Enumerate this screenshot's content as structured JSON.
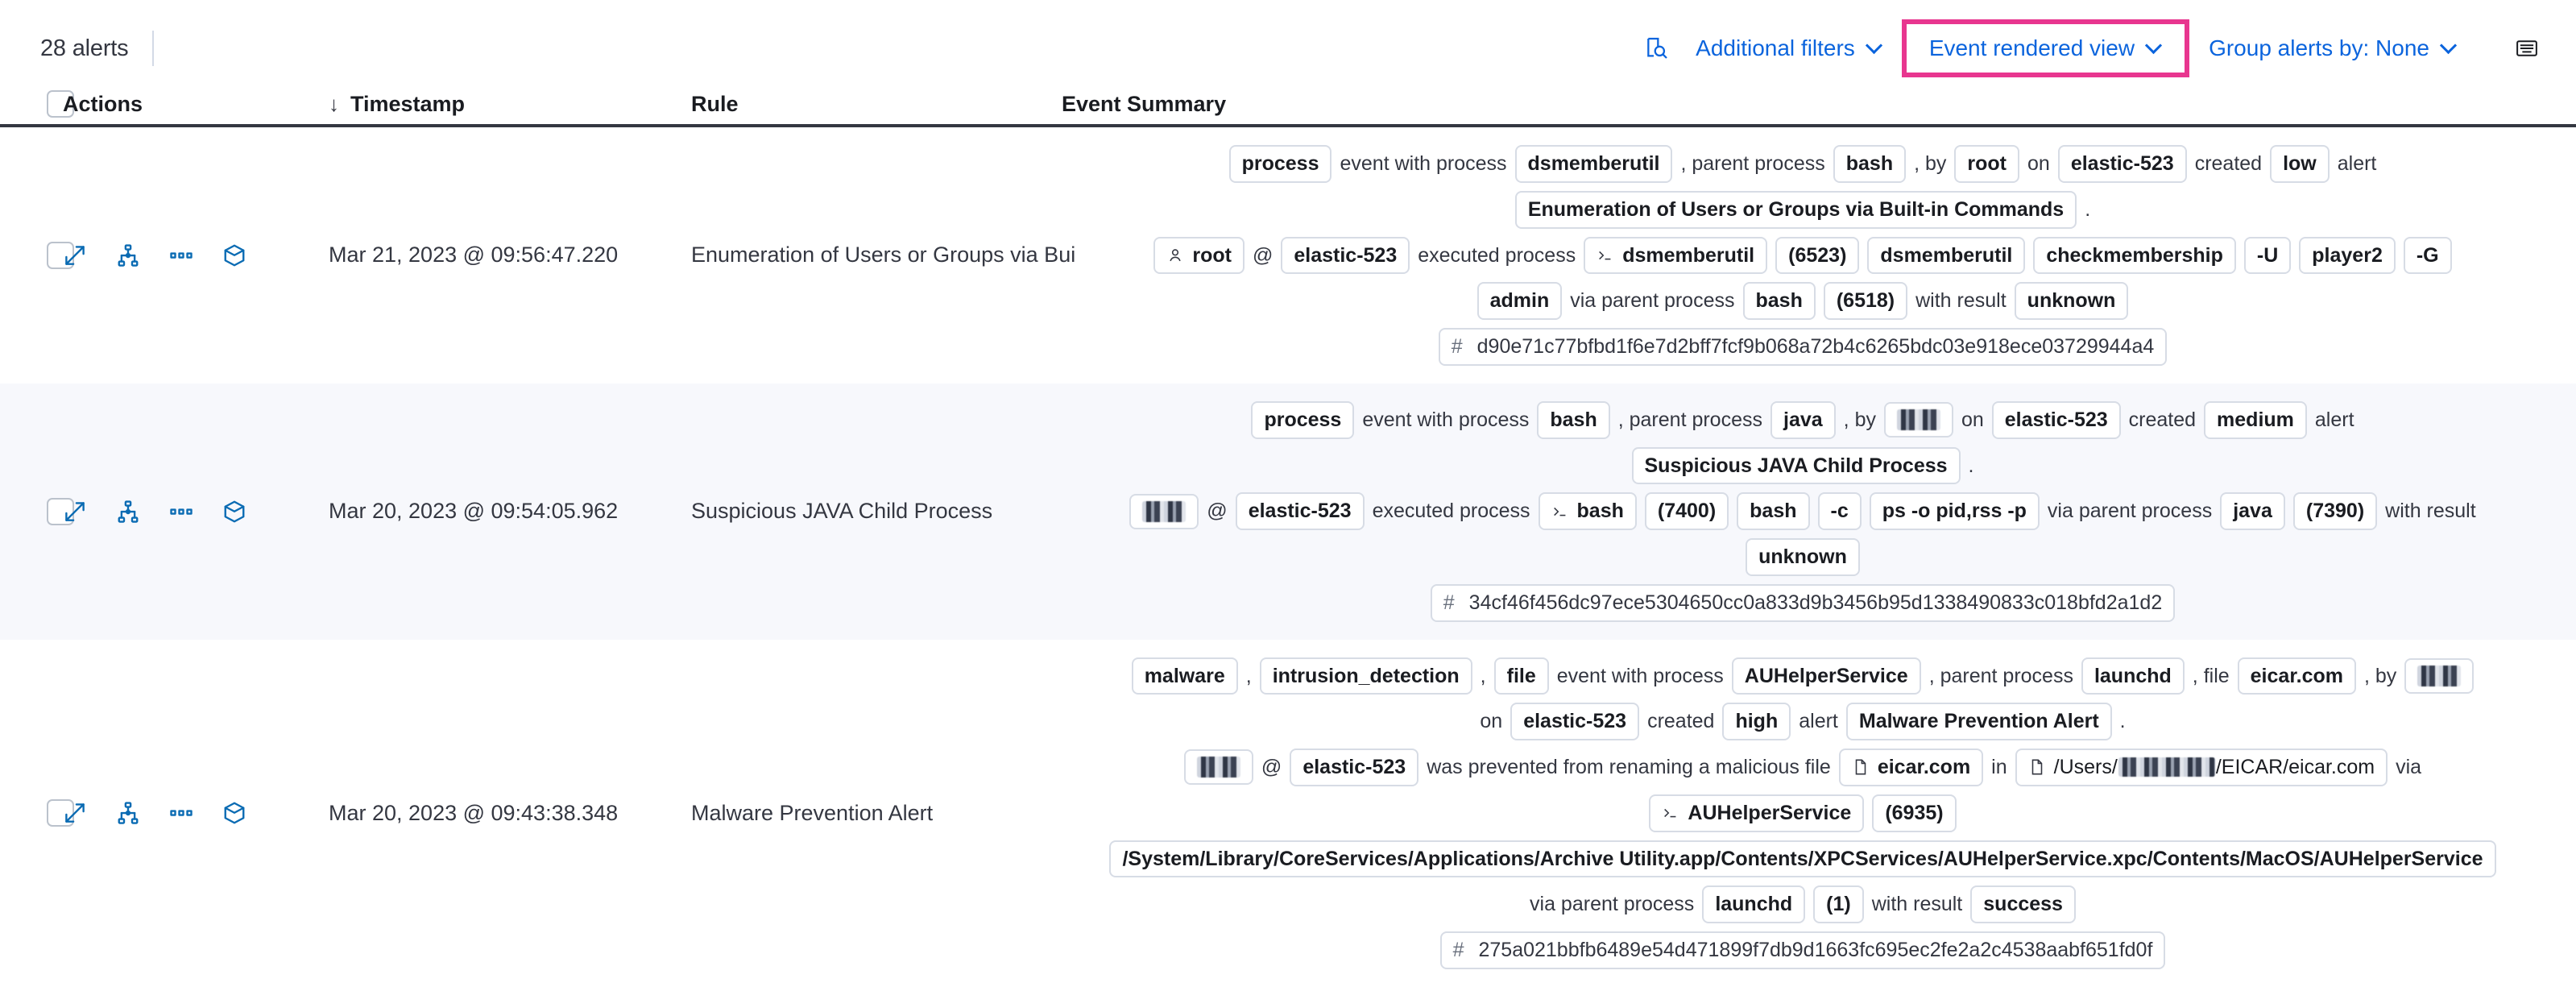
{
  "toolbar": {
    "alert_count": "28 alerts",
    "additional_filters": "Additional filters",
    "event_rendered_view": "Event rendered view",
    "group_alerts_by": "Group alerts by: None",
    "inspect_icon": "inspect-icon",
    "keyboard_icon": "keyboard-shortcuts-icon",
    "highlight_color": "#e8368f",
    "link_color": "#0b64dd"
  },
  "columns": {
    "actions": "Actions",
    "timestamp": "Timestamp",
    "rule": "Rule",
    "event_summary": "Event Summary",
    "sort_arrow": "↓"
  },
  "row_actions": {
    "expand": "expand-icon",
    "analyze": "analyze-event-icon",
    "more": "more-actions-icon",
    "session": "session-view-icon"
  },
  "rows": [
    {
      "timestamp": "Mar 21, 2023 @ 09:56:47.220",
      "rule": "Enumeration of Users or Groups via Bui",
      "summary": [
        [
          {
            "t": "chip",
            "v": "process"
          },
          {
            "t": "txt",
            "v": "event with process"
          },
          {
            "t": "chip",
            "v": "dsmemberutil"
          },
          {
            "t": "txt",
            "v": ", parent process"
          },
          {
            "t": "chip",
            "v": "bash"
          },
          {
            "t": "txt",
            "v": ", by"
          },
          {
            "t": "chip",
            "v": "root"
          },
          {
            "t": "txt",
            "v": "on"
          },
          {
            "t": "chip",
            "v": "elastic-523"
          },
          {
            "t": "txt",
            "v": "created"
          },
          {
            "t": "chip",
            "v": "low"
          },
          {
            "t": "txt",
            "v": "alert"
          }
        ],
        [
          {
            "t": "chip",
            "v": "Enumeration of Users or Groups via Built-in Commands"
          },
          {
            "t": "txt",
            "v": "."
          }
        ],
        [
          {
            "t": "chip",
            "v": "root",
            "icon": "user-icon"
          },
          {
            "t": "txt",
            "v": "@"
          },
          {
            "t": "chip",
            "v": "elastic-523"
          },
          {
            "t": "txt",
            "v": "executed process"
          },
          {
            "t": "chip",
            "v": "dsmemberutil",
            "icon": "console-icon"
          },
          {
            "t": "chip",
            "v": "(6523)"
          },
          {
            "t": "chip",
            "v": "dsmemberutil"
          },
          {
            "t": "chip",
            "v": "checkmembership"
          },
          {
            "t": "chip",
            "v": "-U"
          },
          {
            "t": "chip",
            "v": "player2"
          },
          {
            "t": "chip",
            "v": "-G"
          }
        ],
        [
          {
            "t": "chip",
            "v": "admin"
          },
          {
            "t": "txt",
            "v": "via parent process"
          },
          {
            "t": "chip",
            "v": "bash"
          },
          {
            "t": "chip",
            "v": "(6518)"
          },
          {
            "t": "txt",
            "v": "with result"
          },
          {
            "t": "chip",
            "v": "unknown"
          }
        ],
        [
          {
            "t": "hash",
            "v": "d90e71c77bfbd1f6e7d2bff7fcf9b068a72b4c6265bdc03e918ece03729944a4"
          }
        ]
      ]
    },
    {
      "timestamp": "Mar 20, 2023 @ 09:54:05.962",
      "rule": "Suspicious JAVA Child Process",
      "summary": [
        [
          {
            "t": "chip",
            "v": "process"
          },
          {
            "t": "txt",
            "v": "event with process"
          },
          {
            "t": "chip",
            "v": "bash"
          },
          {
            "t": "txt",
            "v": ", parent process"
          },
          {
            "t": "chip",
            "v": "java"
          },
          {
            "t": "txt",
            "v": ", by"
          },
          {
            "t": "redact",
            "v": ""
          },
          {
            "t": "txt",
            "v": "on"
          },
          {
            "t": "chip",
            "v": "elastic-523"
          },
          {
            "t": "txt",
            "v": "created"
          },
          {
            "t": "chip",
            "v": "medium"
          },
          {
            "t": "txt",
            "v": "alert"
          }
        ],
        [
          {
            "t": "chip",
            "v": "Suspicious JAVA Child Process"
          },
          {
            "t": "txt",
            "v": "."
          }
        ],
        [
          {
            "t": "redact",
            "v": ""
          },
          {
            "t": "txt",
            "v": "@"
          },
          {
            "t": "chip",
            "v": "elastic-523"
          },
          {
            "t": "txt",
            "v": "executed process"
          },
          {
            "t": "chip",
            "v": "bash",
            "icon": "console-icon"
          },
          {
            "t": "chip",
            "v": "(7400)"
          },
          {
            "t": "chip",
            "v": "bash"
          },
          {
            "t": "chip",
            "v": "-c"
          },
          {
            "t": "chip",
            "v": "ps -o pid,rss -p"
          },
          {
            "t": "txt",
            "v": "via parent process"
          },
          {
            "t": "chip",
            "v": "java"
          },
          {
            "t": "chip",
            "v": "(7390)"
          },
          {
            "t": "txt",
            "v": "with result"
          }
        ],
        [
          {
            "t": "chip",
            "v": "unknown"
          }
        ],
        [
          {
            "t": "hash",
            "v": "34cf46f456dc97ece5304650cc0a833d9b3456b95d1338490833c018bfd2a1d2"
          }
        ]
      ]
    },
    {
      "timestamp": "Mar 20, 2023 @ 09:43:38.348",
      "rule": "Malware Prevention Alert",
      "summary": [
        [
          {
            "t": "chip",
            "v": "malware"
          },
          {
            "t": "txt",
            "v": ","
          },
          {
            "t": "chip",
            "v": "intrusion_detection"
          },
          {
            "t": "txt",
            "v": ","
          },
          {
            "t": "chip",
            "v": "file"
          },
          {
            "t": "txt",
            "v": "event with process"
          },
          {
            "t": "chip",
            "v": "AUHelperService"
          },
          {
            "t": "txt",
            "v": ", parent process"
          },
          {
            "t": "chip",
            "v": "launchd"
          },
          {
            "t": "txt",
            "v": ", file"
          },
          {
            "t": "chip",
            "v": "eicar.com"
          },
          {
            "t": "txt",
            "v": ", by"
          },
          {
            "t": "redact",
            "v": ""
          }
        ],
        [
          {
            "t": "txt",
            "v": "on"
          },
          {
            "t": "chip",
            "v": "elastic-523"
          },
          {
            "t": "txt",
            "v": "created"
          },
          {
            "t": "chip",
            "v": "high"
          },
          {
            "t": "txt",
            "v": "alert"
          },
          {
            "t": "chip",
            "v": "Malware Prevention Alert"
          },
          {
            "t": "txt",
            "v": "."
          }
        ],
        [
          {
            "t": "redact",
            "v": ""
          },
          {
            "t": "txt",
            "v": "@"
          },
          {
            "t": "chip",
            "v": "elastic-523"
          },
          {
            "t": "txt",
            "v": "was prevented from renaming a malicious file"
          },
          {
            "t": "chip",
            "v": "eicar.com",
            "icon": "file-icon"
          },
          {
            "t": "txt",
            "v": "in"
          },
          {
            "t": "chip-redact-path",
            "pre": "/Users/",
            "post": "/EICAR/eicar.com",
            "icon": "file-icon"
          },
          {
            "t": "txt",
            "v": "via"
          }
        ],
        [
          {
            "t": "chip",
            "v": "AUHelperService",
            "icon": "console-icon"
          },
          {
            "t": "chip",
            "v": "(6935)"
          }
        ],
        [
          {
            "t": "chip",
            "v": "/System/Library/CoreServices/Applications/Archive Utility.app/Contents/XPCServices/AUHelperService.xpc/Contents/MacOS/AUHelperService"
          }
        ],
        [
          {
            "t": "txt",
            "v": "via parent process"
          },
          {
            "t": "chip",
            "v": "launchd"
          },
          {
            "t": "chip",
            "v": "(1)"
          },
          {
            "t": "txt",
            "v": "with result"
          },
          {
            "t": "chip",
            "v": "success"
          }
        ],
        [
          {
            "t": "hash",
            "v": "275a021bbfb6489e54d471899f7db9d1663fc695ec2fe2a2c4538aabf651fd0f"
          }
        ]
      ]
    }
  ]
}
